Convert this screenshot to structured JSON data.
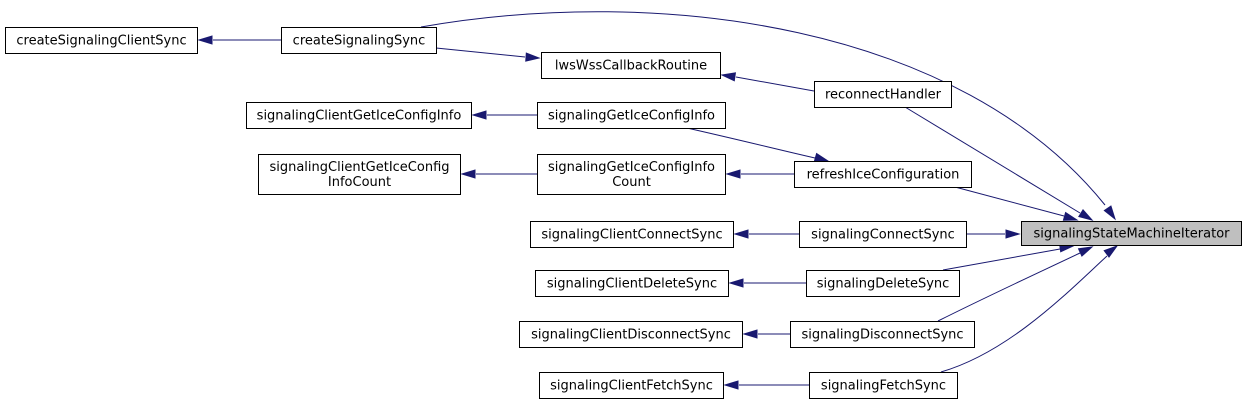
{
  "graph": {
    "nodes": [
      {
        "id": "root",
        "lines": [
          "signalingStateMachineIterator"
        ]
      },
      {
        "id": "createSignalingSync",
        "lines": [
          "createSignalingSync"
        ]
      },
      {
        "id": "createSignalingClientSync",
        "lines": [
          "createSignalingClientSync"
        ]
      },
      {
        "id": "lwsWssCallbackRoutine",
        "lines": [
          "lwsWssCallbackRoutine"
        ]
      },
      {
        "id": "reconnectHandler",
        "lines": [
          "reconnectHandler"
        ]
      },
      {
        "id": "refreshIceConfiguration",
        "lines": [
          "refreshIceConfiguration"
        ]
      },
      {
        "id": "signalingGetIceConfigInfo",
        "lines": [
          "signalingGetIceConfigInfo"
        ]
      },
      {
        "id": "signalingClientGetIceConfigInfo",
        "lines": [
          "signalingClientGetIceConfigInfo"
        ]
      },
      {
        "id": "signalingGetIceConfigInfoCount",
        "lines": [
          "signalingGetIceConfigInfo",
          "Count"
        ]
      },
      {
        "id": "signalingClientGetIceConfigInfoCount",
        "lines": [
          "signalingClientGetIceConfig",
          "InfoCount"
        ]
      },
      {
        "id": "signalingConnectSync",
        "lines": [
          "signalingConnectSync"
        ]
      },
      {
        "id": "signalingClientConnectSync",
        "lines": [
          "signalingClientConnectSync"
        ]
      },
      {
        "id": "signalingDeleteSync",
        "lines": [
          "signalingDeleteSync"
        ]
      },
      {
        "id": "signalingClientDeleteSync",
        "lines": [
          "signalingClientDeleteSync"
        ]
      },
      {
        "id": "signalingDisconnectSync",
        "lines": [
          "signalingDisconnectSync"
        ]
      },
      {
        "id": "signalingClientDisconnectSync",
        "lines": [
          "signalingClientDisconnectSync"
        ]
      },
      {
        "id": "signalingFetchSync",
        "lines": [
          "signalingFetchSync"
        ]
      },
      {
        "id": "signalingClientFetchSync",
        "lines": [
          "signalingClientFetchSync"
        ]
      }
    ],
    "edges": [
      {
        "from": "createSignalingSync",
        "to": "root"
      },
      {
        "from": "createSignalingSync",
        "to": "createSignalingClientSync"
      },
      {
        "from": "createSignalingSync",
        "to": "lwsWssCallbackRoutine"
      },
      {
        "from": "reconnectHandler",
        "to": "lwsWssCallbackRoutine"
      },
      {
        "from": "reconnectHandler",
        "to": "root"
      },
      {
        "from": "refreshIceConfiguration",
        "to": "root"
      },
      {
        "from": "refreshIceConfiguration",
        "to": "signalingGetIceConfigInfo"
      },
      {
        "from": "refreshIceConfiguration",
        "to": "signalingGetIceConfigInfoCount"
      },
      {
        "from": "signalingGetIceConfigInfo",
        "to": "signalingClientGetIceConfigInfo"
      },
      {
        "from": "signalingGetIceConfigInfoCount",
        "to": "signalingClientGetIceConfigInfoCount"
      },
      {
        "from": "signalingConnectSync",
        "to": "root"
      },
      {
        "from": "signalingConnectSync",
        "to": "signalingClientConnectSync"
      },
      {
        "from": "signalingDeleteSync",
        "to": "root"
      },
      {
        "from": "signalingDeleteSync",
        "to": "signalingClientDeleteSync"
      },
      {
        "from": "signalingDisconnectSync",
        "to": "root"
      },
      {
        "from": "signalingDisconnectSync",
        "to": "signalingClientDisconnectSync"
      },
      {
        "from": "signalingFetchSync",
        "to": "root"
      },
      {
        "from": "signalingFetchSync",
        "to": "signalingClientFetchSync"
      }
    ]
  },
  "colors": {
    "edge": "#191970",
    "root_fill": "#bfbfbf",
    "node_fill": "#ffffff",
    "node_stroke": "#000000"
  }
}
